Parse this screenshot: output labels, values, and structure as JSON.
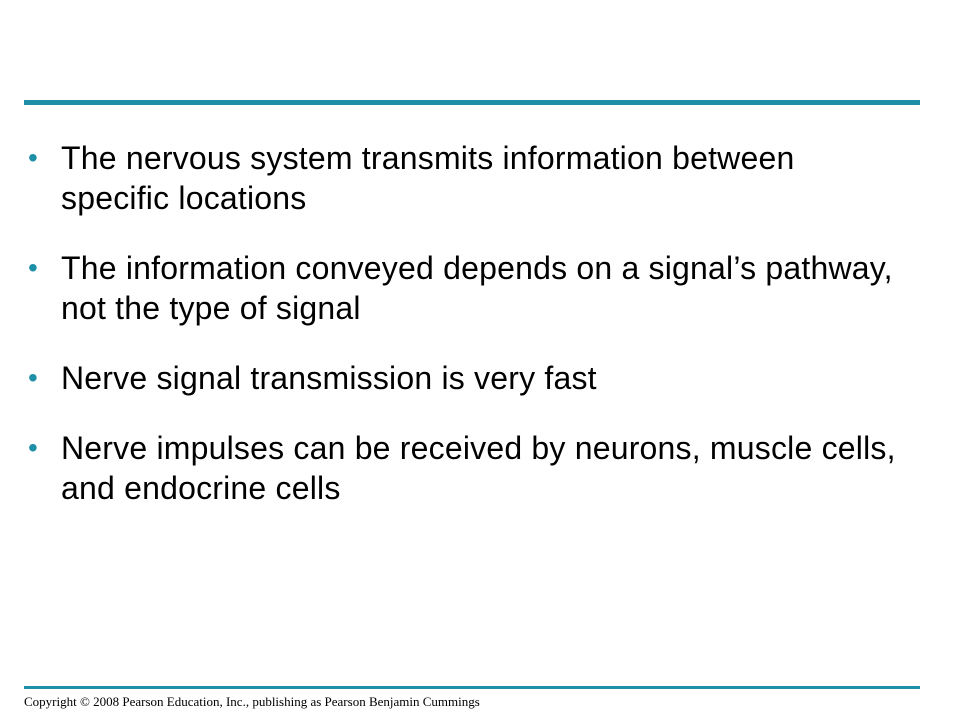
{
  "slide": {
    "bullet_marker": "•",
    "bullets": [
      {
        "text": "The nervous system transmits information between specific locations"
      },
      {
        "text": "The information conveyed depends on a signal’s pathway, not the type of signal"
      },
      {
        "text": "Nerve signal transmission is very fast"
      },
      {
        "text": "Nerve impulses can be received by neurons, muscle cells, and endocrine cells"
      }
    ],
    "footer": {
      "copyright": "Copyright © 2008 Pearson Education, Inc., publishing as Pearson Benjamin Cummings"
    }
  },
  "colors": {
    "accent": "#1e8fa6",
    "text": "#000000",
    "background": "#ffffff"
  }
}
